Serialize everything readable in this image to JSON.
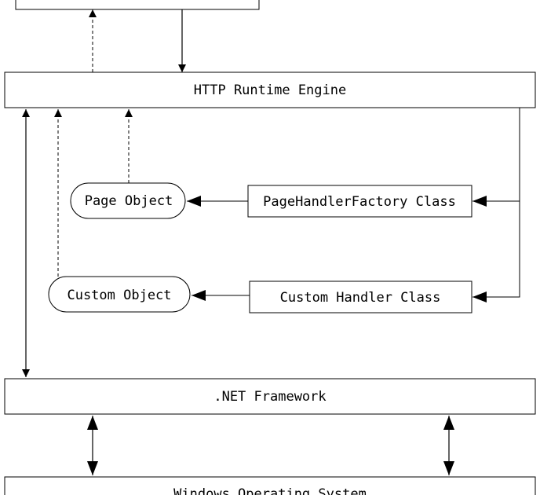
{
  "diagram": {
    "boxes": {
      "runtime": "HTTP Runtime Engine",
      "page_factory": "PageHandlerFactory Class",
      "custom_handler": "Custom Handler Class",
      "framework": ".NET Framework",
      "windows": "Windows Operating System"
    },
    "objects": {
      "page": "Page Object",
      "custom": "Custom Object"
    }
  }
}
